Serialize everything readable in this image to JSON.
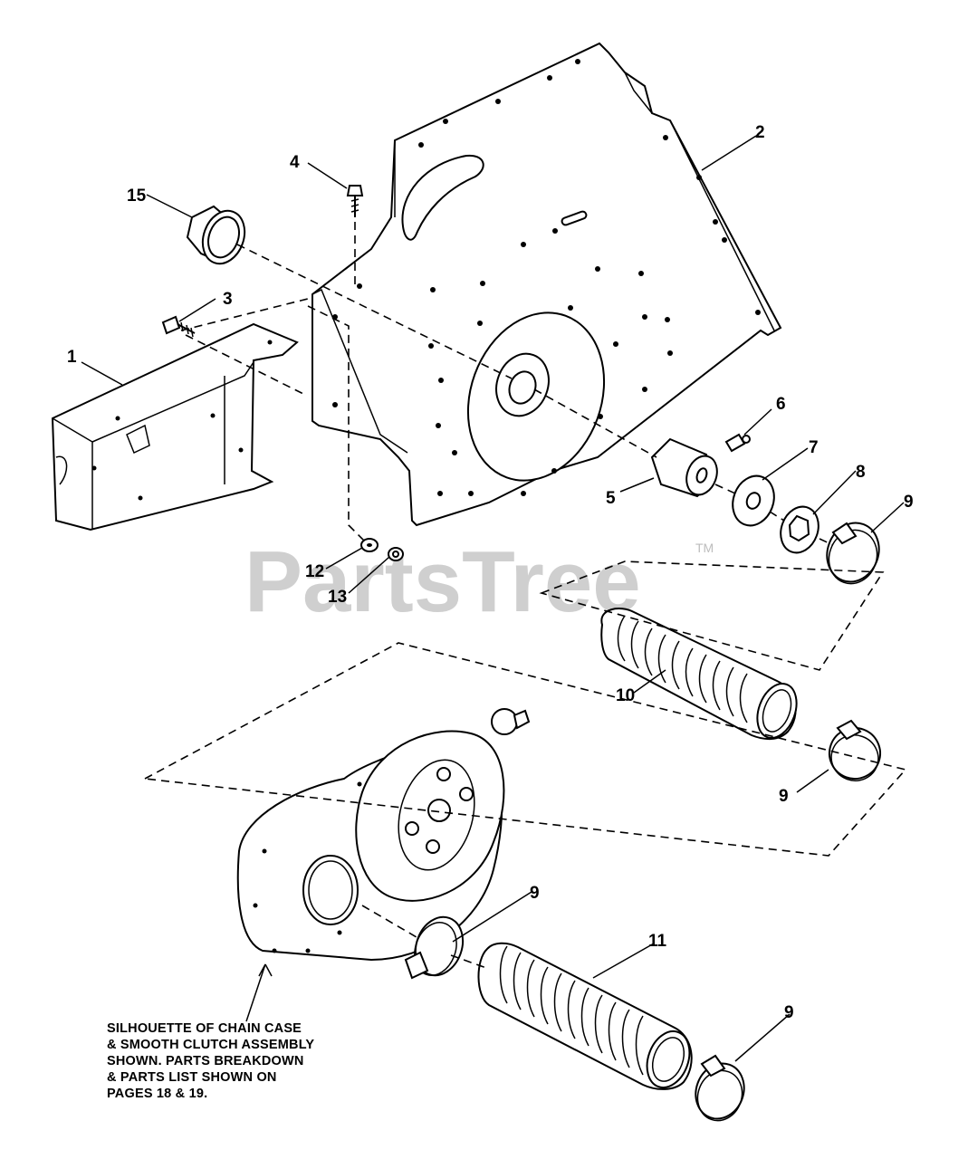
{
  "callouts": {
    "c1": "1",
    "c2": "2",
    "c3": "3",
    "c4": "4",
    "c5": "5",
    "c6": "6",
    "c7": "7",
    "c8": "8",
    "c9a": "9",
    "c9b": "9",
    "c9c": "9",
    "c9d": "9",
    "c10": "10",
    "c11": "11",
    "c12": "12",
    "c13": "13",
    "c15": "15"
  },
  "watermark": {
    "text": "PartsTree",
    "tm": "TM"
  },
  "note": {
    "lines": [
      "SILHOUETTE OF CHAIN CASE",
      "& SMOOTH CLUTCH ASSEMBLY",
      "SHOWN. PARTS BREAKDOWN",
      "& PARTS LIST SHOWN ON",
      "PAGES 18 & 19."
    ]
  }
}
